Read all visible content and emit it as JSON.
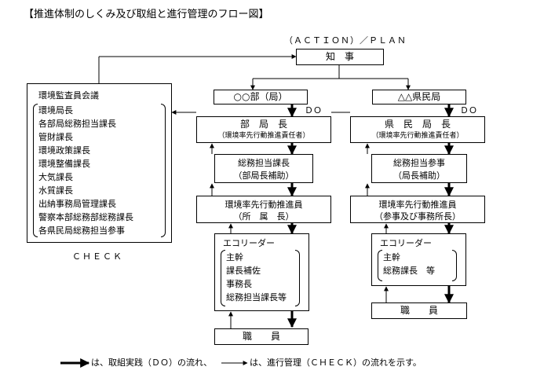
{
  "title": "【推進体制のしくみ及び取組と進行管理のフロー図】",
  "action_plan": "（ＡＣＴＩＯＮ）／ＰＬＡＮ",
  "governor": "知　事",
  "dept": "○○部（局）",
  "pref_office": "△△県民局",
  "do_label": "ＤＯ",
  "committee": {
    "title": "環境監査員会議",
    "members": [
      "環境局長",
      "各部局総務担当課長",
      "管財課長",
      "環境政策課長",
      "環境整備課長",
      "大気課長",
      "水質課長",
      "出納事務局管理課長",
      "警察本部総務部総務課長",
      "各県民局総務担当参事"
    ],
    "check": "ＣＨＥＣＫ"
  },
  "left_column": {
    "head": {
      "line1": "部　局　長",
      "line2": "（環境率先行動推進責任者）"
    },
    "assistant": {
      "line1": "総務担当課長",
      "line2": "（部局長補助）"
    },
    "promoter": {
      "line1": "環境率先行動推進員",
      "line2": "（所　属　長）"
    },
    "eco_leader": {
      "title": "エコリーダー",
      "items": [
        "主幹",
        "課長補佐",
        "事務長",
        "総務担当課長等"
      ]
    },
    "staff": "職　　員"
  },
  "right_column": {
    "head": {
      "line1": "県　民　局　長",
      "line2": "（環境率先行動推進責任者）"
    },
    "assistant": {
      "line1": "総務担当参事",
      "line2": "（局長補助）"
    },
    "promoter": {
      "line1": "環境率先行動推進員",
      "line2": "（参事及び事務所長）"
    },
    "eco_leader": {
      "title": "エコリーダー",
      "items": [
        "主幹",
        "総務課長　等"
      ]
    },
    "staff": "職　　員"
  },
  "legend": {
    "do_flow": "は、取組実践（ＤＯ）の流れ、",
    "check_flow": "は、進行管理（ＣＨＥＣＫ）の流れを示す。"
  }
}
